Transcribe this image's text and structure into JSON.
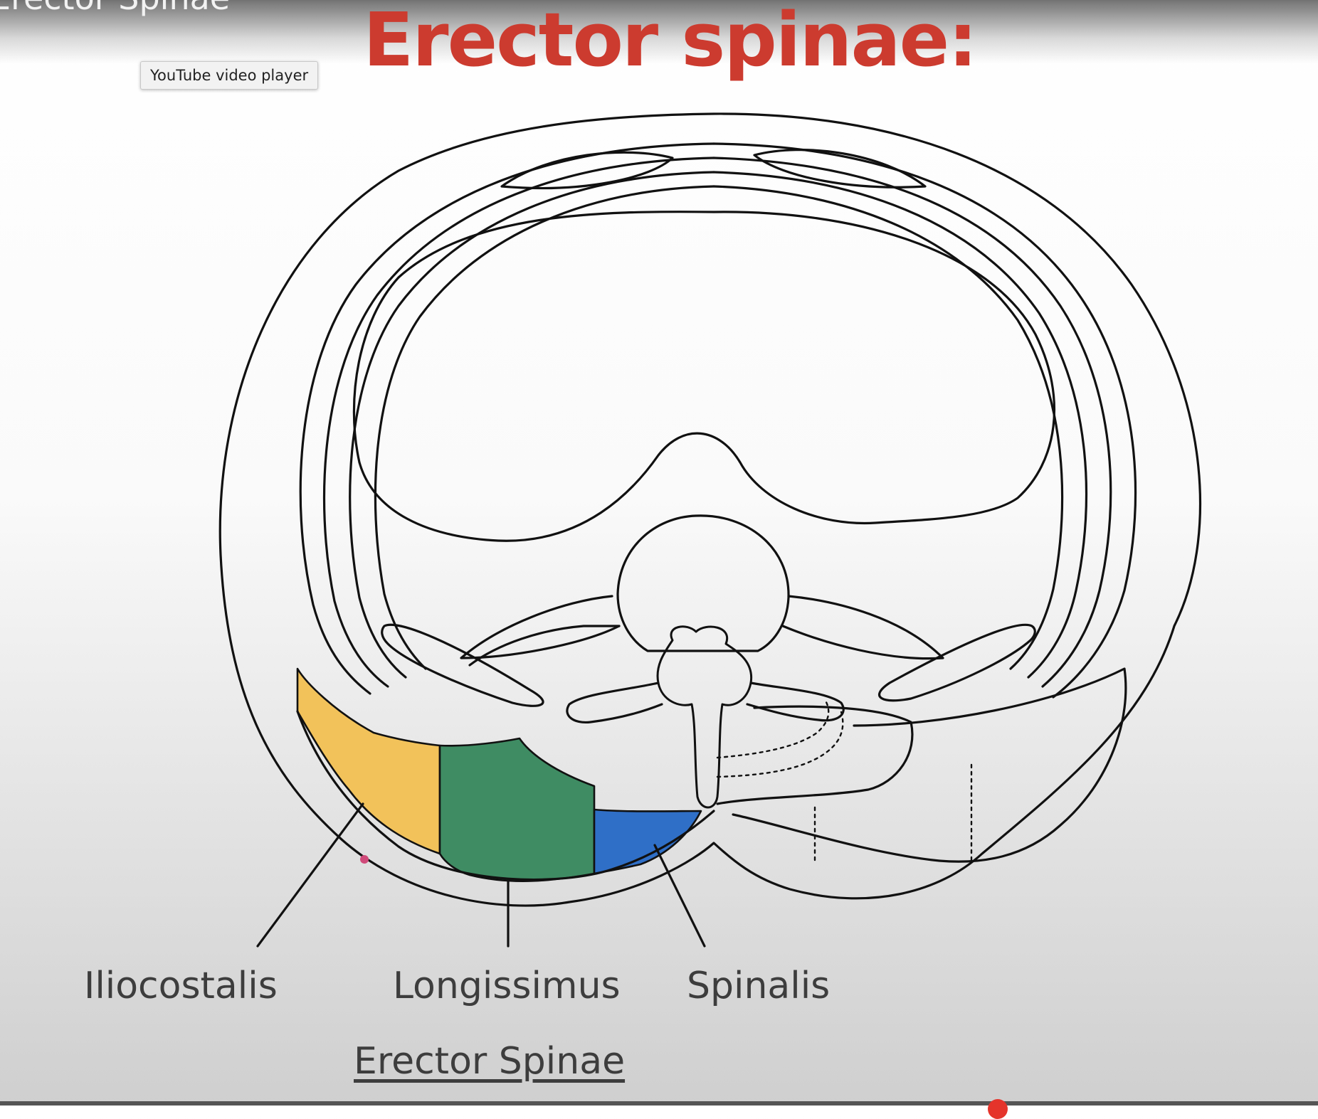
{
  "video": {
    "title_fragment": "Erector Spinae"
  },
  "tooltip": {
    "text": "YouTube video player"
  },
  "slide": {
    "title": "Erector spinae:"
  },
  "diagram": {
    "labels": {
      "iliocostalis": "Iliocostalis",
      "longissimus": "Longissimus",
      "spinalis": "Spinalis",
      "group": "Erector Spinae"
    },
    "colors": {
      "iliocostalis": "#f2c25a",
      "longissimus": "#3f8c63",
      "spinalis": "#2f6fc7",
      "outline": "#111111",
      "title": "#cc3b2f"
    }
  }
}
